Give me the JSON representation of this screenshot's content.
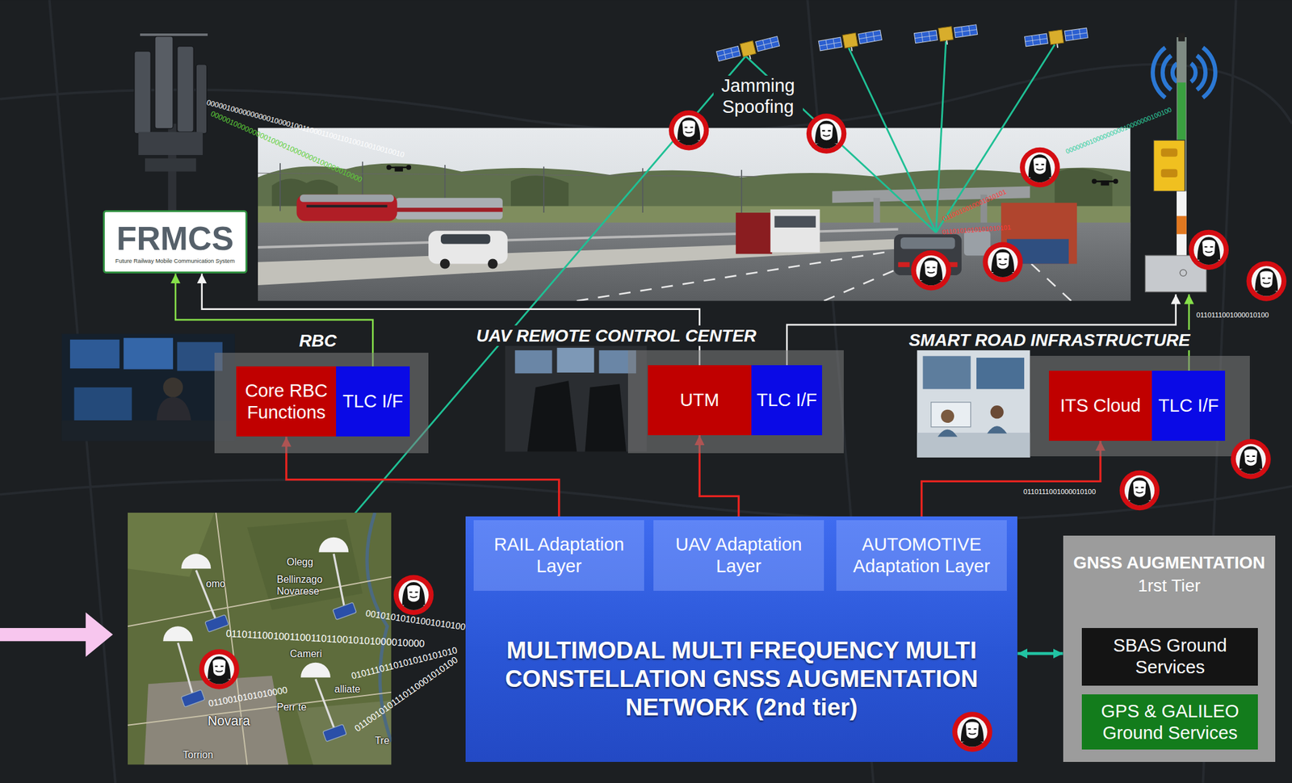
{
  "diagram": {
    "nodes": [
      {
        "text": [
          "FRMCS",
          "Future Railway Mobile Communication System"
        ]
      },
      {
        "text": [
          "RBC"
        ]
      },
      {
        "text": [
          "Core RBC Functions"
        ],
        "in": 1
      },
      {
        "text": [
          "TLC I/F"
        ],
        "in": 1
      },
      {
        "text": [
          "UAV REMOTE CONTROL CENTER"
        ]
      },
      {
        "text": [
          "UTM"
        ],
        "in": 4
      },
      {
        "text": [
          "TLC I/F"
        ],
        "in": 4
      },
      {
        "text": [
          "SMART ROAD INFRASTRUCTURE"
        ]
      },
      {
        "text": [
          "ITS Cloud"
        ],
        "in": 7
      },
      {
        "text": [
          "TLC I/F"
        ],
        "in": 7
      },
      {
        "text": [
          "MULTIMODAL MULTI FREQUENCY MULTI CONSTELLATION GNSS AUGMENTATION NETWORK (2nd tier)"
        ]
      },
      {
        "text": [
          "RAIL Adaptation Layer"
        ],
        "in": 10
      },
      {
        "text": [
          "UAV Adaptation Layer"
        ],
        "in": 10
      },
      {
        "text": [
          "AUTOMOTIVE Adaptation Layer"
        ],
        "in": 10
      },
      {
        "text": [
          "GNSS AUGMENTATION",
          "1rst Tier"
        ]
      },
      {
        "text": [
          "SBAS Ground Services"
        ],
        "in": 14
      },
      {
        "text": [
          "GPS & GALILEO Ground Services"
        ],
        "in": 14
      }
    ],
    "edges": [
      {
        "from": 11,
        "to": 2,
        "arrow": "to"
      },
      {
        "from": 12,
        "to": 5,
        "arrow": "to"
      },
      {
        "from": 13,
        "to": 8,
        "arrow": "to"
      },
      {
        "from": 3,
        "to": 0,
        "arrow": "to"
      },
      {
        "from": 5,
        "to": 0,
        "arrow": "to"
      },
      {
        "from": 10,
        "to": 14,
        "arrow": "both"
      }
    ],
    "labels": [
      "Jamming Spoofing",
      "00000100000000001000010011000110011010010010010010",
      "0000010000000001000010000000100000010000",
      "0000000100000000010000000100100",
      "0110010010001010101",
      "0110101010101010101",
      "0110111001000010100",
      "0110111001000010100",
      "0110111001001100110110010101000010000",
      "00101010101001010100",
      "0110010101010000",
      "0101110110101010101010",
      "0110010101110110001010100",
      "Olegg",
      "Bellinzago Novarese",
      "omo",
      "Cameri",
      "alliate",
      "Perr te",
      "Novara",
      "Torrion",
      "Tre"
    ]
  }
}
